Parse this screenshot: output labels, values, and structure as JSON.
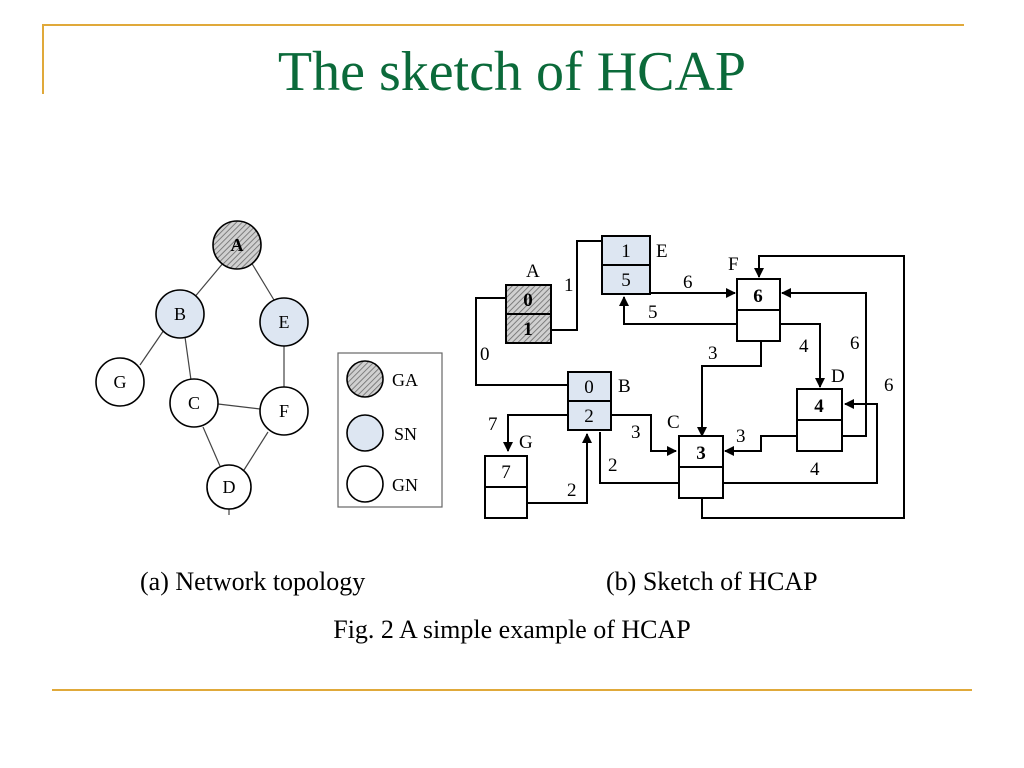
{
  "slide": {
    "title": "The sketch of HCAP",
    "accent_color": "#e0a93a",
    "title_color": "#0b6a3a"
  },
  "topology": {
    "nodes": [
      "A",
      "B",
      "C",
      "D",
      "E",
      "F",
      "G"
    ],
    "node_types": {
      "A": "GA",
      "B": "SN",
      "E": "SN",
      "C": "GN",
      "D": "GN",
      "F": "GN",
      "G": "GN"
    },
    "colors": {
      "SN": "#dde6f2",
      "GN": "#ffffff",
      "GA_hatch": "#888888"
    },
    "legend": [
      {
        "key": "GA",
        "label": "GA"
      },
      {
        "key": "SN",
        "label": "SN"
      },
      {
        "key": "GN",
        "label": "GN"
      }
    ]
  },
  "sketch": {
    "boxes": {
      "A": {
        "label": "A",
        "top": "0",
        "bottom": "1"
      },
      "E": {
        "label": "E",
        "top": "1",
        "bottom": "5"
      },
      "F": {
        "label": "F",
        "top": "6",
        "bottom": ""
      },
      "B": {
        "label": "B",
        "top": "0",
        "bottom": "2"
      },
      "D": {
        "label": "D",
        "top": "4",
        "bottom": ""
      },
      "C": {
        "label": "C",
        "top": "3",
        "bottom": ""
      },
      "G": {
        "label": "G",
        "top": "7",
        "bottom": ""
      }
    },
    "edge_labels": [
      "1",
      "6",
      "5",
      "0",
      "3",
      "4",
      "6",
      "6",
      "7",
      "3",
      "3",
      "2",
      "4",
      "2"
    ]
  },
  "captions": {
    "left": "(a) Network topology",
    "right": "(b) Sketch of HCAP",
    "figure": "Fig. 2 A simple example of HCAP"
  }
}
